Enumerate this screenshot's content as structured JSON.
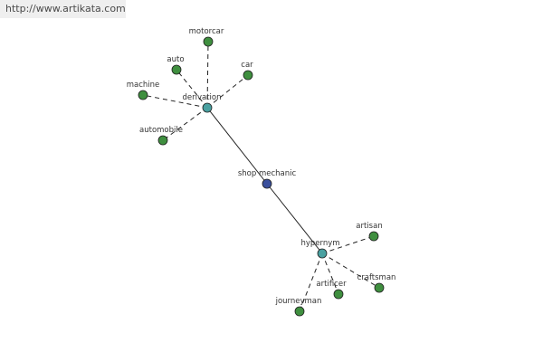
{
  "watermark": {
    "text": "http://www.artikata.com"
  },
  "colors": {
    "center": "#3a4f9c",
    "hub": "#4aa1a1",
    "leaf": "#3f8f3f",
    "edge": "#222222"
  },
  "graph": {
    "center": {
      "id": "shop-mechanic",
      "label": "shop mechanic"
    },
    "hubs": [
      {
        "id": "derivation",
        "label": "derivation"
      },
      {
        "id": "hypernym",
        "label": "hypernym"
      }
    ],
    "leaves": [
      {
        "id": "motorcar",
        "label": "motorcar",
        "parent": "derivation"
      },
      {
        "id": "auto",
        "label": "auto",
        "parent": "derivation"
      },
      {
        "id": "car",
        "label": "car",
        "parent": "derivation"
      },
      {
        "id": "machine",
        "label": "machine",
        "parent": "derivation"
      },
      {
        "id": "automobile",
        "label": "automobile",
        "parent": "derivation"
      },
      {
        "id": "artisan",
        "label": "artisan",
        "parent": "hypernym"
      },
      {
        "id": "craftsman",
        "label": "craftsman",
        "parent": "hypernym"
      },
      {
        "id": "artificer",
        "label": "artificer",
        "parent": "hypernym"
      },
      {
        "id": "journeyman",
        "label": "journeyman",
        "parent": "hypernym"
      }
    ]
  }
}
